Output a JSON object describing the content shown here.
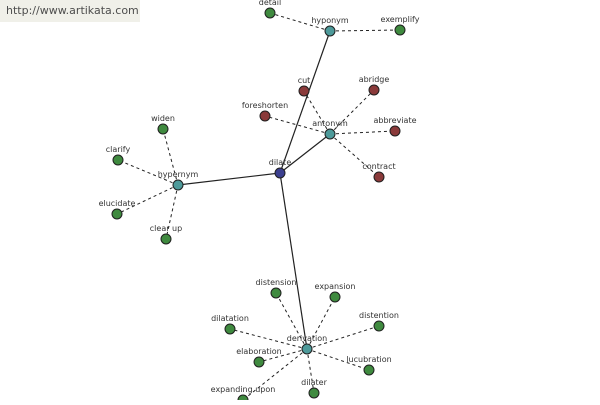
{
  "watermark": "http://www.artikata.com",
  "colors": {
    "center_node": "#3b3f8f",
    "relation_node": "#4d9a9a",
    "synonym_node": "#3f8a3f",
    "antonym_node": "#8a3a3a",
    "solid_edge": "#222222",
    "dashed_edge": "#222222"
  },
  "nodes": [
    {
      "id": "dilate",
      "label": "dilate",
      "type": "center"
    },
    {
      "id": "hyponym",
      "label": "hyponym",
      "type": "relation"
    },
    {
      "id": "antonym",
      "label": "antonym",
      "type": "relation"
    },
    {
      "id": "hypernym",
      "label": "hypernym",
      "type": "relation"
    },
    {
      "id": "derivation",
      "label": "derivation",
      "type": "relation"
    },
    {
      "id": "detail",
      "label": "detail",
      "type": "synonym"
    },
    {
      "id": "exemplify",
      "label": "exemplify",
      "type": "synonym"
    },
    {
      "id": "cut",
      "label": "cut",
      "type": "antonym"
    },
    {
      "id": "abridge",
      "label": "abridge",
      "type": "antonym"
    },
    {
      "id": "foreshorten",
      "label": "foreshorten",
      "type": "antonym"
    },
    {
      "id": "abbreviate",
      "label": "abbreviate",
      "type": "antonym"
    },
    {
      "id": "contract",
      "label": "contract",
      "type": "antonym"
    },
    {
      "id": "widen",
      "label": "widen",
      "type": "synonym"
    },
    {
      "id": "clarify",
      "label": "clarify",
      "type": "synonym"
    },
    {
      "id": "elucidate",
      "label": "elucidate",
      "type": "synonym"
    },
    {
      "id": "clear_up",
      "label": "clear up",
      "type": "synonym"
    },
    {
      "id": "distension",
      "label": "distension",
      "type": "synonym"
    },
    {
      "id": "expansion",
      "label": "expansion",
      "type": "synonym"
    },
    {
      "id": "dilatation",
      "label": "dilatation",
      "type": "synonym"
    },
    {
      "id": "distention",
      "label": "distention",
      "type": "synonym"
    },
    {
      "id": "elaboration",
      "label": "elaboration",
      "type": "synonym"
    },
    {
      "id": "lucubration",
      "label": "lucubration",
      "type": "synonym"
    },
    {
      "id": "expanding_upon",
      "label": "expanding upon",
      "type": "synonym"
    },
    {
      "id": "dilater",
      "label": "dilater",
      "type": "synonym"
    }
  ],
  "edges": [
    {
      "from": "dilate",
      "to": "hyponym",
      "style": "solid"
    },
    {
      "from": "dilate",
      "to": "antonym",
      "style": "solid"
    },
    {
      "from": "dilate",
      "to": "hypernym",
      "style": "solid"
    },
    {
      "from": "dilate",
      "to": "derivation",
      "style": "solid"
    },
    {
      "from": "hyponym",
      "to": "detail",
      "style": "dashed"
    },
    {
      "from": "hyponym",
      "to": "exemplify",
      "style": "dashed"
    },
    {
      "from": "antonym",
      "to": "cut",
      "style": "dashed"
    },
    {
      "from": "antonym",
      "to": "abridge",
      "style": "dashed"
    },
    {
      "from": "antonym",
      "to": "foreshorten",
      "style": "dashed"
    },
    {
      "from": "antonym",
      "to": "abbreviate",
      "style": "dashed"
    },
    {
      "from": "antonym",
      "to": "contract",
      "style": "dashed"
    },
    {
      "from": "hypernym",
      "to": "widen",
      "style": "dashed"
    },
    {
      "from": "hypernym",
      "to": "clarify",
      "style": "dashed"
    },
    {
      "from": "hypernym",
      "to": "elucidate",
      "style": "dashed"
    },
    {
      "from": "hypernym",
      "to": "clear_up",
      "style": "dashed"
    },
    {
      "from": "derivation",
      "to": "distension",
      "style": "dashed"
    },
    {
      "from": "derivation",
      "to": "expansion",
      "style": "dashed"
    },
    {
      "from": "derivation",
      "to": "dilatation",
      "style": "dashed"
    },
    {
      "from": "derivation",
      "to": "distention",
      "style": "dashed"
    },
    {
      "from": "derivation",
      "to": "elaboration",
      "style": "dashed"
    },
    {
      "from": "derivation",
      "to": "lucubration",
      "style": "dashed"
    },
    {
      "from": "derivation",
      "to": "expanding_upon",
      "style": "dashed"
    },
    {
      "from": "derivation",
      "to": "dilater",
      "style": "dashed"
    }
  ]
}
